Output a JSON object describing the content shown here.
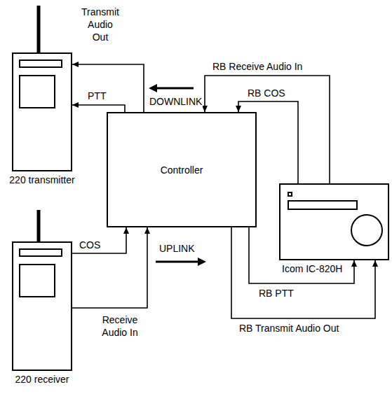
{
  "diagram": {
    "nodes": [
      {
        "text": [
          "220 transmitter"
        ]
      },
      {
        "text": [
          "Controller"
        ]
      },
      {
        "text": [
          "220 receiver"
        ]
      },
      {
        "text": [
          "Icom IC-820H"
        ]
      }
    ],
    "edges": [
      {
        "from": 1,
        "to": 0,
        "arrow": "to",
        "label": "Transmit Audio Out"
      },
      {
        "from": 1,
        "to": 0,
        "arrow": "to",
        "label": "PTT"
      },
      {
        "from": 2,
        "to": 1,
        "arrow": "to",
        "label": "COS"
      },
      {
        "from": 2,
        "to": 1,
        "arrow": "to",
        "label": "Receive Audio In"
      },
      {
        "from": 3,
        "to": 1,
        "arrow": "to",
        "label": "RB Receive Audio In"
      },
      {
        "from": 3,
        "to": 1,
        "arrow": "to",
        "label": "RB COS"
      },
      {
        "from": 1,
        "to": 3,
        "arrow": "to",
        "label": "RB PTT"
      },
      {
        "from": 1,
        "to": 3,
        "arrow": "to",
        "label": "RB Transmit Audio Out"
      }
    ],
    "labels": [
      "DOWNLINK",
      "UPLINK"
    ]
  }
}
